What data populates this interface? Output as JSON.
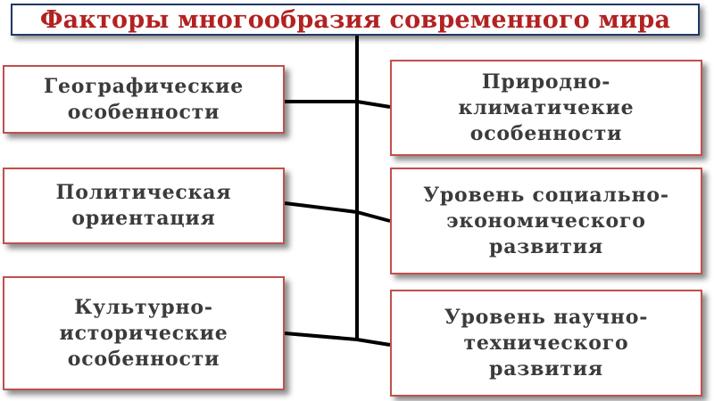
{
  "title": "Факторы многообразия современного мира",
  "factors_left": [
    {
      "label": "Географические\nособенности"
    },
    {
      "label": "Политическая\nориентация"
    },
    {
      "label": "Культурно-\nисторические\nособенности"
    }
  ],
  "factors_right": [
    {
      "label": "Природно-\nклиматичекие\nособенности"
    },
    {
      "label": "Уровень социально-\nэкономического\nразвития"
    },
    {
      "label": "Уровень научно-\nтехнического\nразвития"
    }
  ],
  "colors": {
    "title_text": "#b22222",
    "title_border": "#1f3864",
    "box_border": "#c0504d",
    "box_text": "#3b3b3b",
    "connector": "#000000"
  }
}
